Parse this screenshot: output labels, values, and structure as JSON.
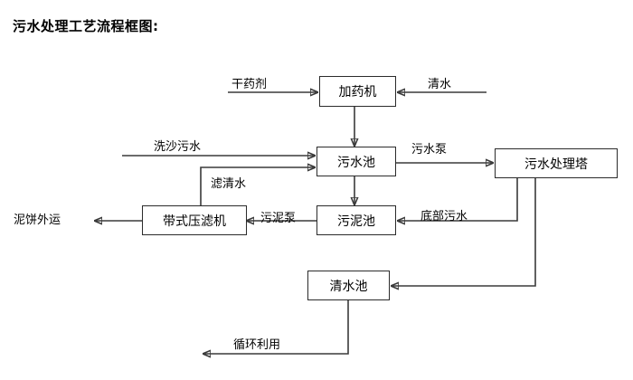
{
  "title": "污水处理工艺流程框图:",
  "nodes": {
    "dosing_machine": "加药机",
    "wastewater_pool": "污水池",
    "treatment_tower": "污水处理塔",
    "belt_filter_press": "带式压滤机",
    "sludge_pool": "污泥池",
    "clean_water_pool": "清水池"
  },
  "inputs": {
    "dry_chemical": "干药剂",
    "clean_water": "清水",
    "sand_wash_wastewater": "洗沙污水"
  },
  "outputs": {
    "mud_cake_transport": "泥饼外运",
    "recycle_reuse": "循环利用"
  },
  "edge_labels": {
    "filtered_water": "滤清水",
    "wastewater_pump": "污水泵",
    "sludge_pump": "污泥泵",
    "bottom_wastewater": "底部污水"
  }
}
